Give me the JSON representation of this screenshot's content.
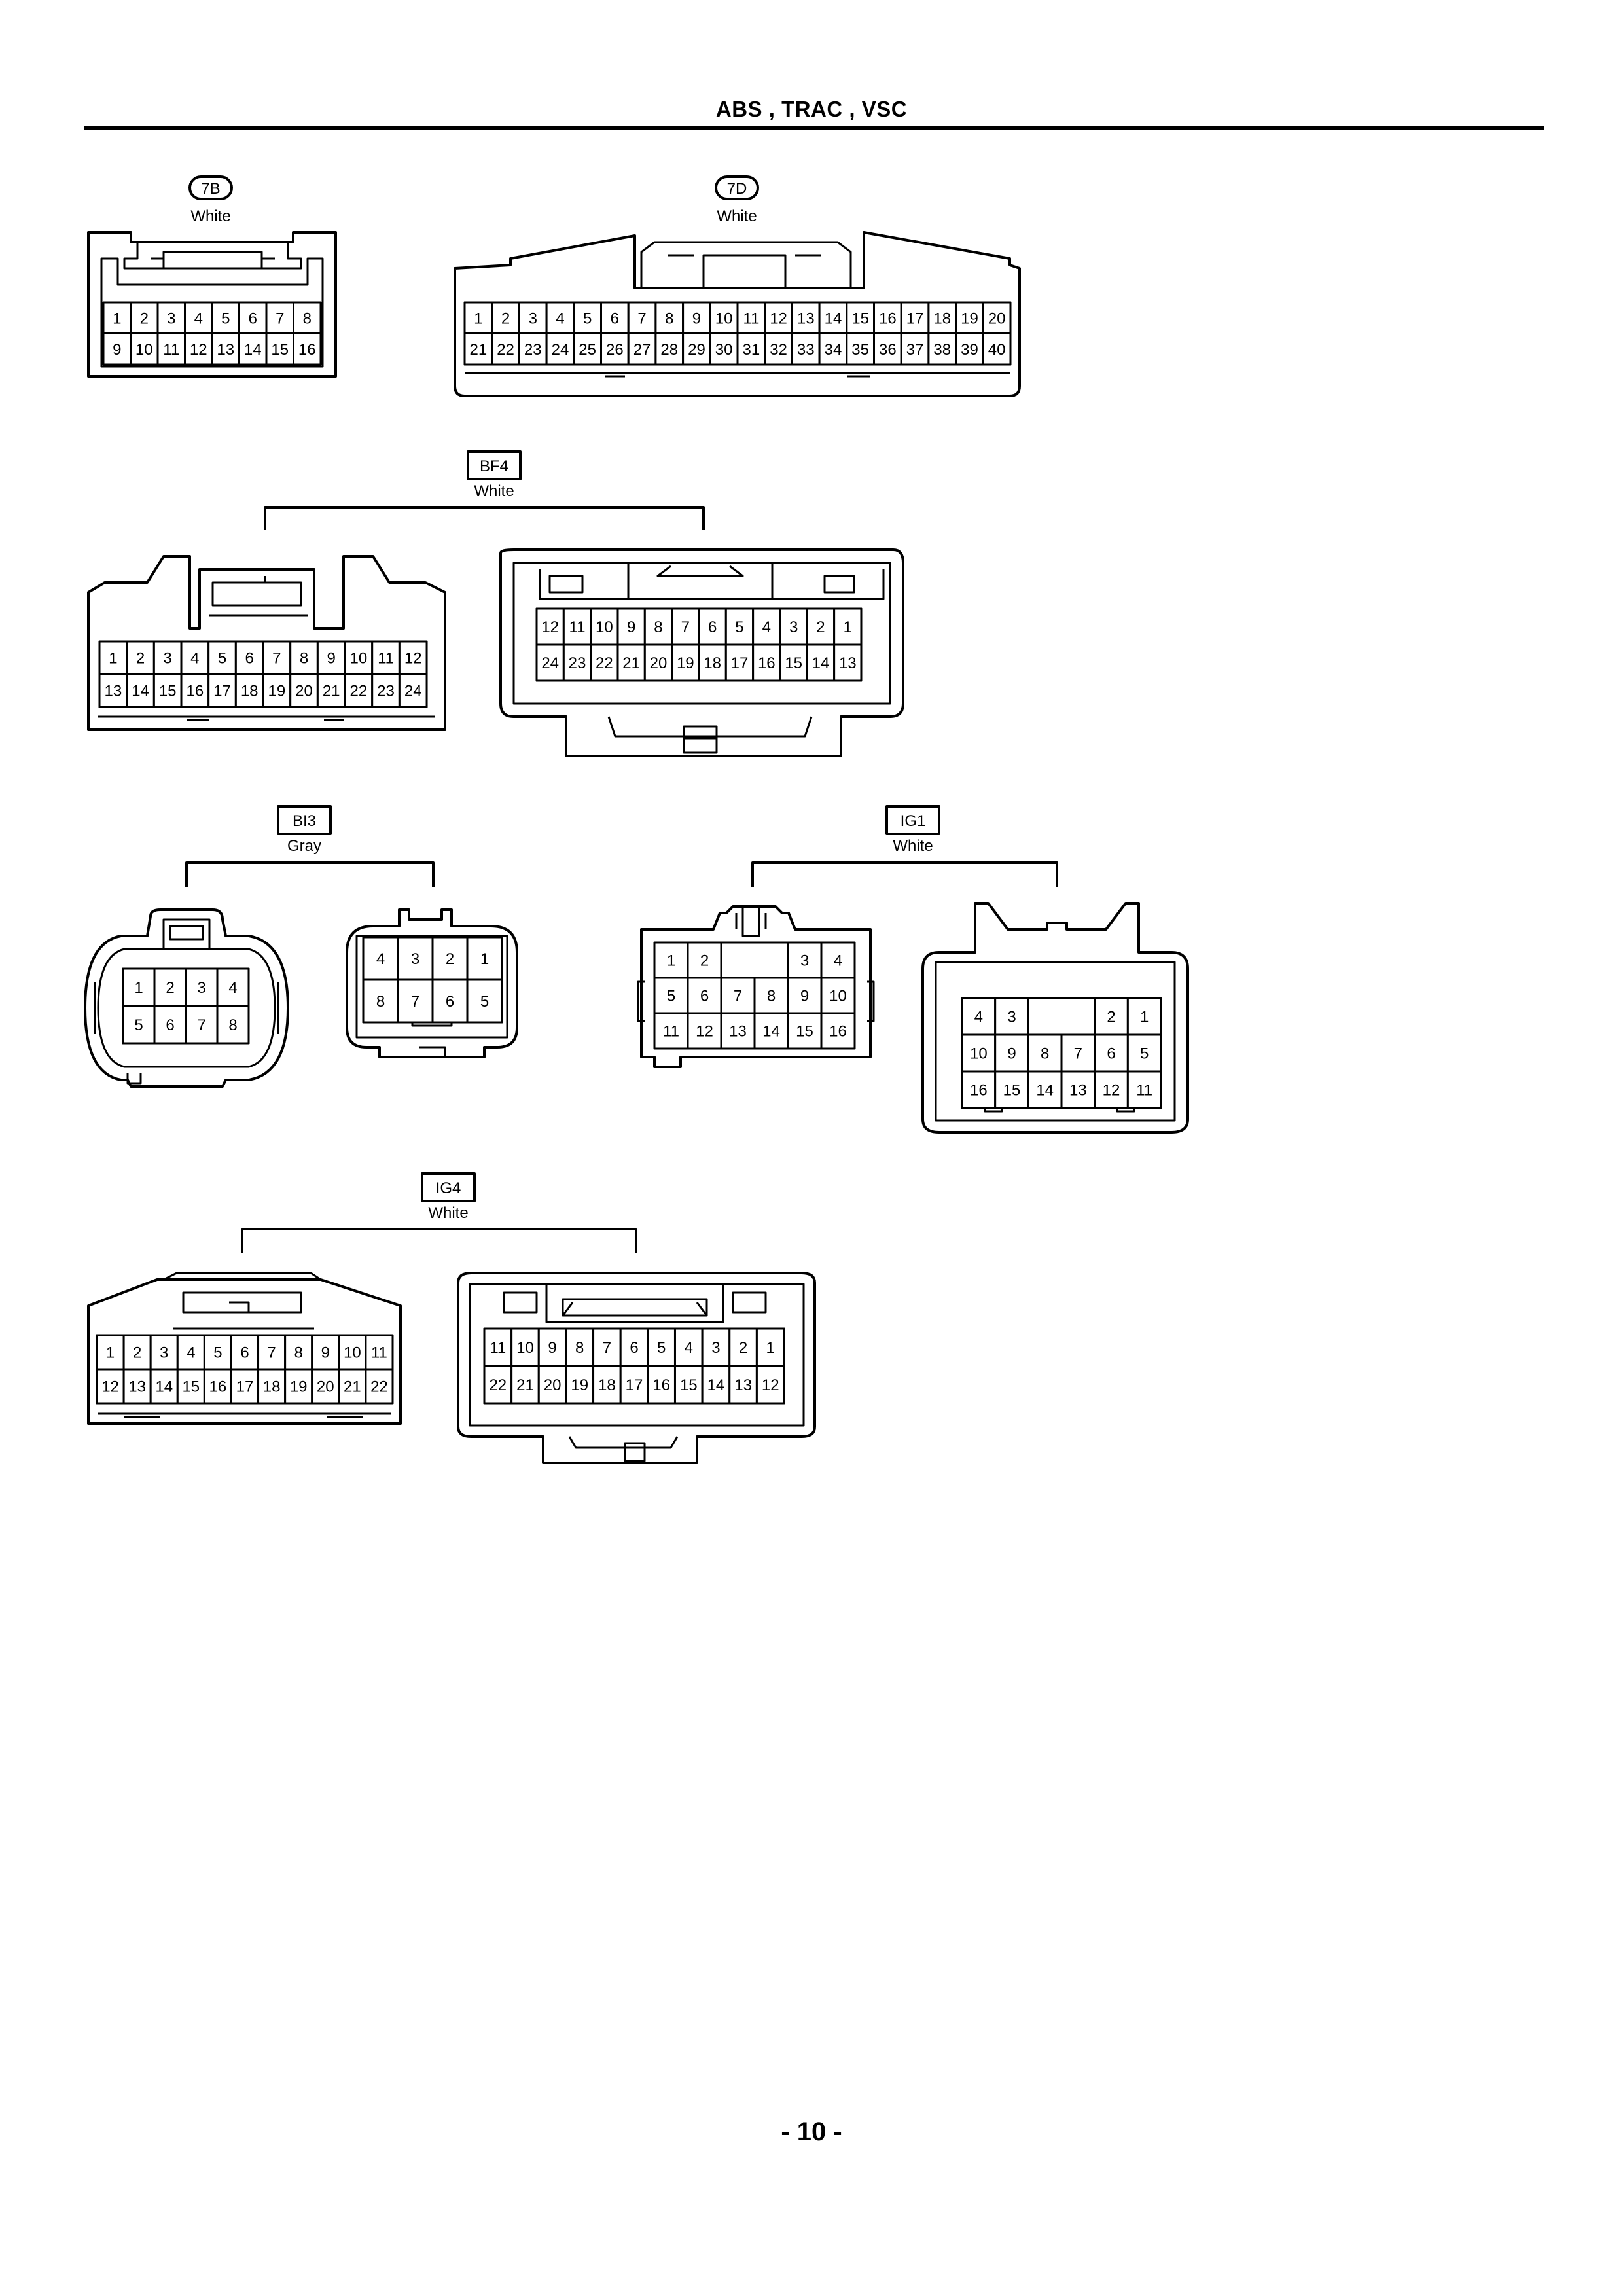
{
  "header": {
    "title": "ABS , TRAC , VSC"
  },
  "footer": {
    "page_number": "- 10 -"
  },
  "connectors": {
    "c7B": {
      "code": "7B",
      "color": "White",
      "pins": [
        [
          "1",
          "2",
          "3",
          "4",
          "5",
          "6",
          "7",
          "8"
        ],
        [
          "9",
          "10",
          "11",
          "12",
          "13",
          "14",
          "15",
          "16"
        ]
      ]
    },
    "c7D": {
      "code": "7D",
      "color": "White",
      "pins": [
        [
          "1",
          "2",
          "3",
          "4",
          "5",
          "6",
          "7",
          "8",
          "9",
          "10",
          "11",
          "12",
          "13",
          "14",
          "15",
          "16",
          "17",
          "18",
          "19",
          "20"
        ],
        [
          "21",
          "22",
          "23",
          "24",
          "25",
          "26",
          "27",
          "28",
          "29",
          "30",
          "31",
          "32",
          "33",
          "34",
          "35",
          "36",
          "37",
          "38",
          "39",
          "40"
        ]
      ]
    },
    "BF4": {
      "code": "BF4",
      "color": "White",
      "male": [
        [
          "1",
          "2",
          "3",
          "4",
          "5",
          "6",
          "7",
          "8",
          "9",
          "10",
          "11",
          "12"
        ],
        [
          "13",
          "14",
          "15",
          "16",
          "17",
          "18",
          "19",
          "20",
          "21",
          "22",
          "23",
          "24"
        ]
      ],
      "female": [
        [
          "12",
          "11",
          "10",
          "9",
          "8",
          "7",
          "6",
          "5",
          "4",
          "3",
          "2",
          "1"
        ],
        [
          "24",
          "23",
          "22",
          "21",
          "20",
          "19",
          "18",
          "17",
          "16",
          "15",
          "14",
          "13"
        ]
      ]
    },
    "BI3": {
      "code": "BI3",
      "color": "Gray",
      "male": [
        [
          "1",
          "2",
          "3",
          "4"
        ],
        [
          "5",
          "6",
          "7",
          "8"
        ]
      ],
      "female": [
        [
          "4",
          "3",
          "2",
          "1"
        ],
        [
          "8",
          "7",
          "6",
          "5"
        ]
      ]
    },
    "IG1": {
      "code": "IG1",
      "color": "White",
      "male": [
        [
          "1",
          "2",
          "",
          "",
          "3",
          "4"
        ],
        [
          "5",
          "6",
          "7",
          "8",
          "9",
          "10"
        ],
        [
          "11",
          "12",
          "13",
          "14",
          "15",
          "16"
        ]
      ],
      "female": [
        [
          "4",
          "3",
          "",
          "",
          "2",
          "1"
        ],
        [
          "10",
          "9",
          "8",
          "7",
          "6",
          "5"
        ],
        [
          "16",
          "15",
          "14",
          "13",
          "12",
          "11"
        ]
      ]
    },
    "IG4": {
      "code": "IG4",
      "color": "White",
      "male": [
        [
          "1",
          "2",
          "3",
          "4",
          "5",
          "6",
          "7",
          "8",
          "9",
          "10",
          "11"
        ],
        [
          "12",
          "13",
          "14",
          "15",
          "16",
          "17",
          "18",
          "19",
          "20",
          "21",
          "22"
        ]
      ],
      "female": [
        [
          "11",
          "10",
          "9",
          "8",
          "7",
          "6",
          "5",
          "4",
          "3",
          "2",
          "1"
        ],
        [
          "22",
          "21",
          "20",
          "19",
          "18",
          "17",
          "16",
          "15",
          "14",
          "13",
          "12"
        ]
      ]
    }
  }
}
